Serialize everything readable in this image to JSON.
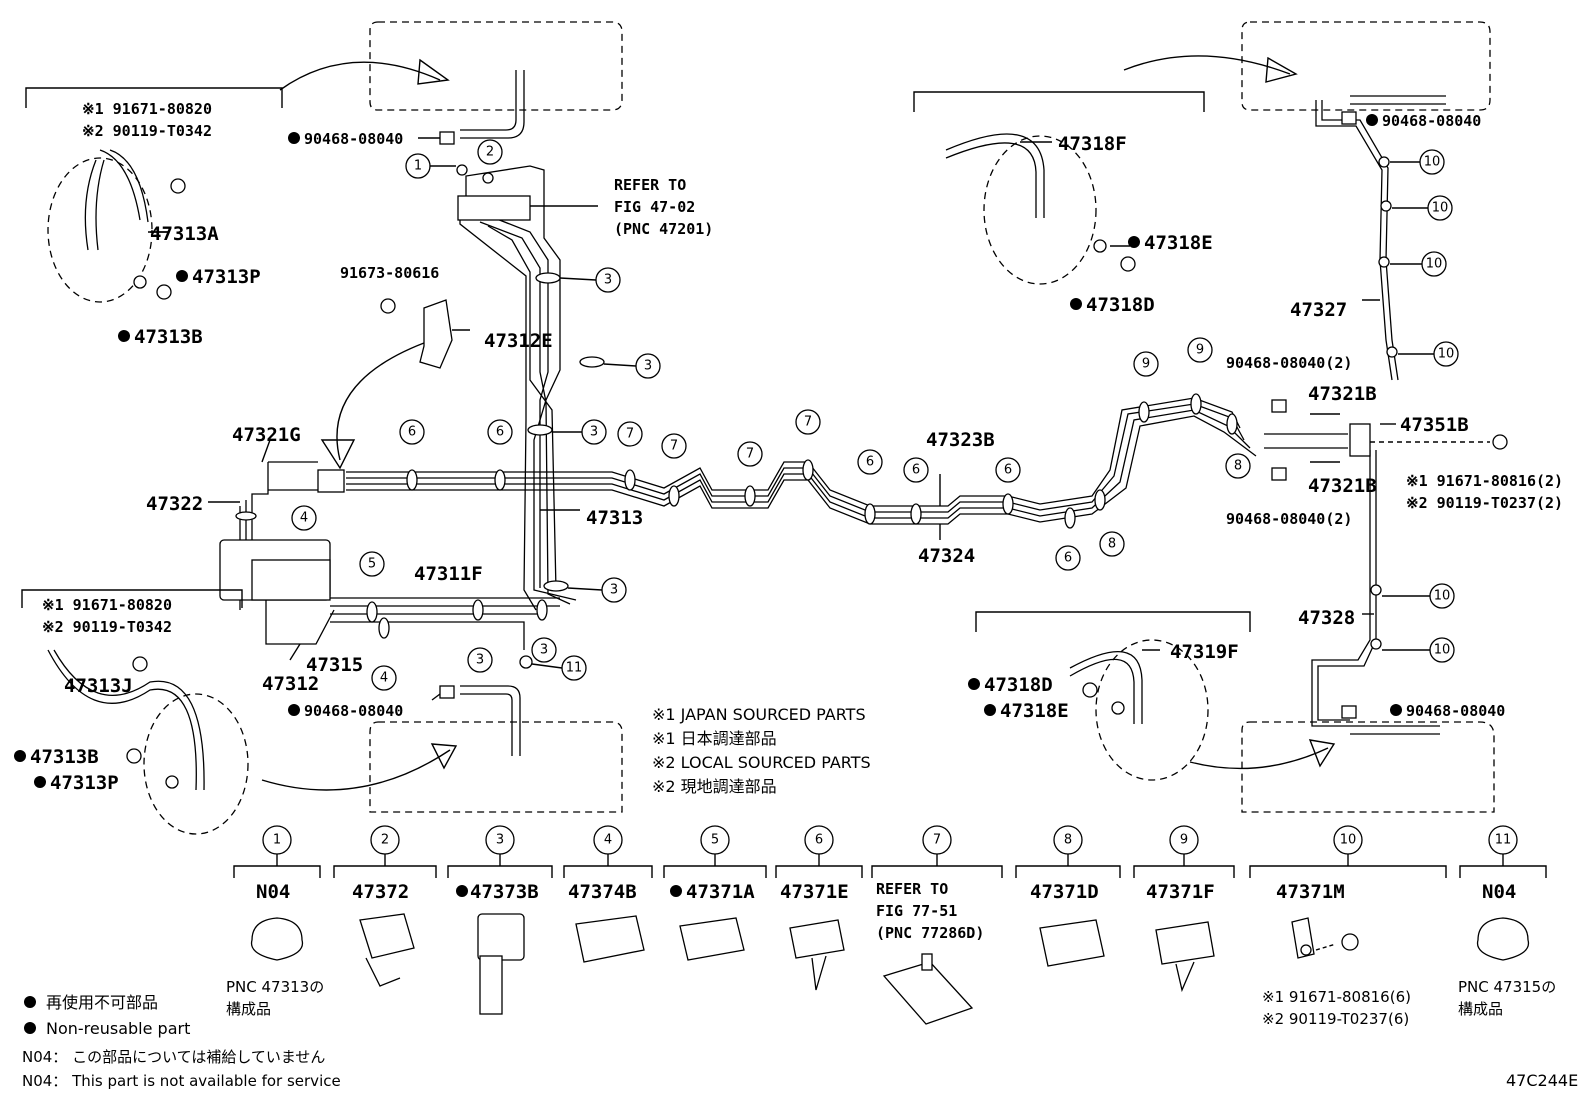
{
  "callouts": {
    "p47313A": "47313A",
    "p47313P_a": "47313P",
    "p47313B_a": "47313B",
    "ref_top_a": "※1 91671-80820",
    "ref_top_b": "※2 90119-T0342",
    "b90468_a": "90468-08040",
    "refer_1": "REFER TO",
    "refer_2": "FIG 47-02",
    "refer_3": "(PNC 47201)",
    "p91673": "91673-80616",
    "p47312E": "47312E",
    "p47321G": "47321G",
    "p47322": "47322",
    "p47313": "47313",
    "p47311F": "47311F",
    "p47312": "47312",
    "p47315": "47315",
    "b90468_b": "90468-08040",
    "ref_mid_a": "※1 91671-80820",
    "ref_mid_b": "※2 90119-T0342",
    "p47313J": "47313J",
    "p47313B_b": "47313B",
    "p47313P_b": "47313P",
    "p47318F": "47318F",
    "p47318E_a": "47318E",
    "p47318D_a": "47318D",
    "p47323B": "47323B",
    "p47324": "47324",
    "b90468_c": "90468-08040",
    "p47327": "47327",
    "b90468_2a": "90468-08040(2)",
    "p47321B_a": "47321B",
    "p47351B": "47351B",
    "p47321B_b": "47321B",
    "b90468_2b": "90468-08040(2)",
    "ref_r_a": "※1 91671-80816(2)",
    "ref_r_b": "※2 90119-T0237(2)",
    "p47328": "47328",
    "p47319F": "47319F",
    "p47318D_b": "47318D",
    "p47318E_b": "47318E",
    "b90468_d": "90468-08040"
  },
  "legend_notes": {
    "jp_sourced_en": "※1 JAPAN SOURCED PARTS",
    "jp_sourced_ja": "※1 日本調達部品",
    "local_en": "※2 LOCAL SOURCED PARTS",
    "local_ja": "※2 現地調達部品"
  },
  "parts_row": [
    {
      "num": "1",
      "code": "N04",
      "sub": [
        "PNC 47313の",
        "構成品"
      ]
    },
    {
      "num": "2",
      "code": "47372"
    },
    {
      "num": "3",
      "code": "47373B",
      "nonreusable": true
    },
    {
      "num": "4",
      "code": "47374B"
    },
    {
      "num": "5",
      "code": "47371A",
      "nonreusable": true
    },
    {
      "num": "6",
      "code": "47371E"
    },
    {
      "num": "7",
      "code": "REFER TO",
      "sub": [
        "FIG 77-51",
        "(PNC 77286D)"
      ]
    },
    {
      "num": "8",
      "code": "47371D"
    },
    {
      "num": "9",
      "code": "47371F"
    },
    {
      "num": "10",
      "code": "47371M",
      "sub": [
        "※1 91671-80816(6)",
        "※2 90119-T0237(6)"
      ]
    },
    {
      "num": "11",
      "code": "N04",
      "sub": [
        "PNC 47315の",
        "構成品"
      ]
    }
  ],
  "footer": {
    "nonreusable_ja": "再使用不可部品",
    "nonreusable_en": "Non-reusable part",
    "n04_ja": "N04： この部品については補給していません",
    "n04_en": "N04： This part is not available for service",
    "figure_id": "47C244E"
  }
}
